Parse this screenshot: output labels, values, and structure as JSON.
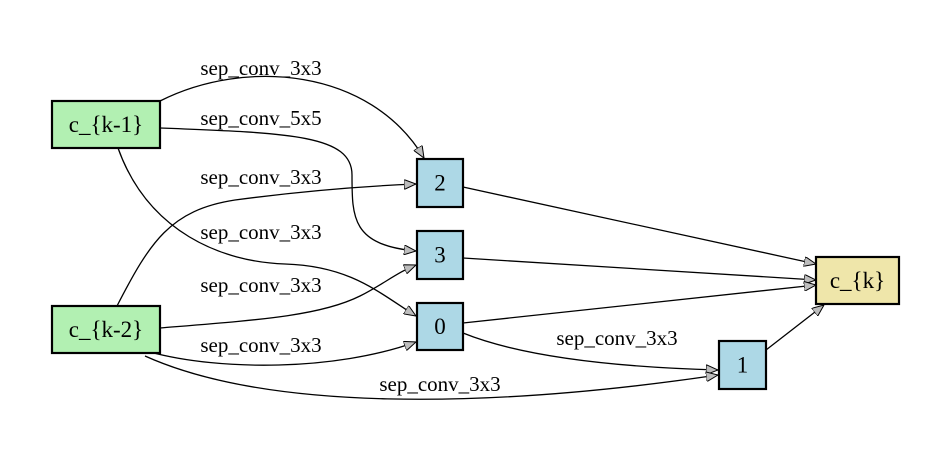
{
  "colors": {
    "input_node": "#b2f0b2",
    "intermediate_node": "#add8e6",
    "output_node": "#efe6aa",
    "edge": "#000000",
    "arrowhead": "#bdbdbd"
  },
  "nodes": {
    "ck1": {
      "label": "c_{k-1}",
      "kind": "input"
    },
    "ck2": {
      "label": "c_{k-2}",
      "kind": "input"
    },
    "n0": {
      "label": "0",
      "kind": "intermediate"
    },
    "n1": {
      "label": "1",
      "kind": "intermediate"
    },
    "n2": {
      "label": "2",
      "kind": "intermediate"
    },
    "n3": {
      "label": "3",
      "kind": "intermediate"
    },
    "ck": {
      "label": "c_{k}",
      "kind": "output"
    }
  },
  "edges": [
    {
      "from": "c_{k-1}",
      "to": "2",
      "op": "sep_conv_3x3"
    },
    {
      "from": "c_{k-1}",
      "to": "3",
      "op": "sep_conv_5x5"
    },
    {
      "from": "c_{k-2}",
      "to": "2",
      "op": "sep_conv_3x3"
    },
    {
      "from": "c_{k-1}",
      "to": "0",
      "op": "sep_conv_3x3"
    },
    {
      "from": "c_{k-2}",
      "to": "3",
      "op": "sep_conv_3x3"
    },
    {
      "from": "c_{k-2}",
      "to": "0",
      "op": "sep_conv_3x3"
    },
    {
      "from": "0",
      "to": "1",
      "op": "sep_conv_3x3"
    },
    {
      "from": "c_{k-2}",
      "to": "1",
      "op": "sep_conv_3x3"
    },
    {
      "from": "2",
      "to": "c_{k}",
      "op": ""
    },
    {
      "from": "3",
      "to": "c_{k}",
      "op": ""
    },
    {
      "from": "0",
      "to": "c_{k}",
      "op": ""
    },
    {
      "from": "1",
      "to": "c_{k}",
      "op": ""
    }
  ]
}
